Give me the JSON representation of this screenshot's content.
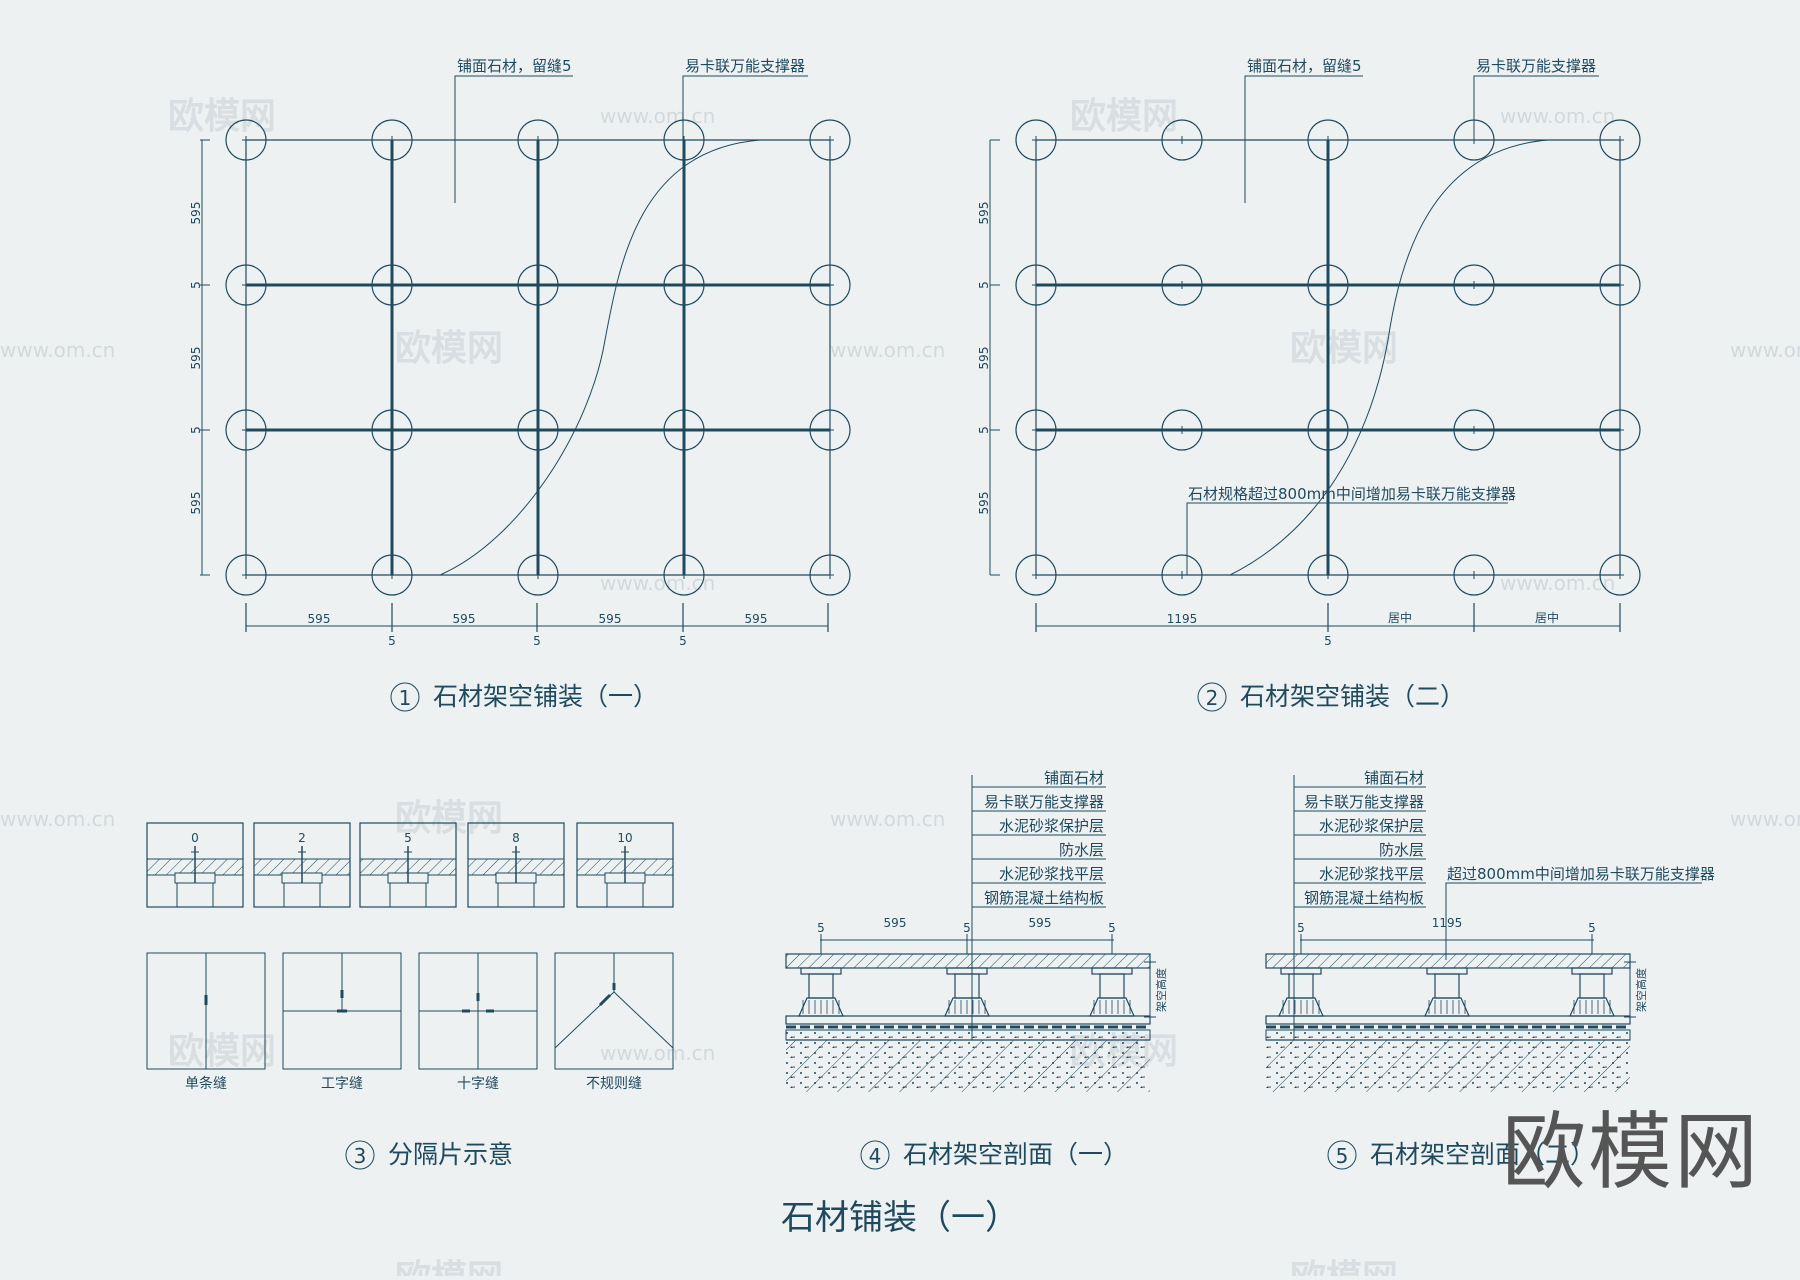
{
  "panel1": {
    "label_stone": "铺面石材，留缝5",
    "label_support": "易卡联万能支撑器",
    "dims_v": [
      "595",
      "5",
      "595",
      "5",
      "595"
    ],
    "dims_h": [
      "595",
      "5",
      "595",
      "5",
      "595",
      "5",
      "595"
    ],
    "num": "1",
    "title": "石材架空铺装（一）"
  },
  "panel2": {
    "label_stone": "铺面石材，留缝5",
    "label_support": "易卡联万能支撑器",
    "note": "石材规格超过800mm中间增加易卡联万能支撑器",
    "dims_v": [
      "595",
      "5",
      "595",
      "5",
      "595"
    ],
    "dims_h": [
      "1195",
      "5",
      "居中",
      "居中"
    ],
    "num": "2",
    "title": "石材架空铺装（二）"
  },
  "panel3": {
    "gaps": [
      "0",
      "2",
      "5",
      "8",
      "10"
    ],
    "types": [
      "单条缝",
      "工字缝",
      "十字缝",
      "不规则缝"
    ],
    "num": "3",
    "title": "分隔片示意"
  },
  "panel4": {
    "layers": [
      "铺面石材",
      "易卡联万能支撑器",
      "水泥砂浆保护层",
      "防水层",
      "水泥砂浆找平层",
      "钢筋混凝土结构板"
    ],
    "dims": [
      "5",
      "595",
      "5",
      "595",
      "5"
    ],
    "height_label": "架空高度",
    "num": "4",
    "title": "石材架空剖面（一）"
  },
  "panel5": {
    "layers": [
      "铺面石材",
      "易卡联万能支撑器",
      "水泥砂浆保护层",
      "防水层",
      "水泥砂浆找平层",
      "钢筋混凝土结构板"
    ],
    "note": "超过800mm中间增加易卡联万能支撑器",
    "dims": [
      "5",
      "1195",
      "5"
    ],
    "height_label": "架空高度",
    "num": "5",
    "title": "石材架空剖面（二）"
  },
  "main_title": "石材铺装（一）",
  "watermark": {
    "cn": "欧模网",
    "url": "www.om.cn"
  },
  "brand": "欧模网"
}
